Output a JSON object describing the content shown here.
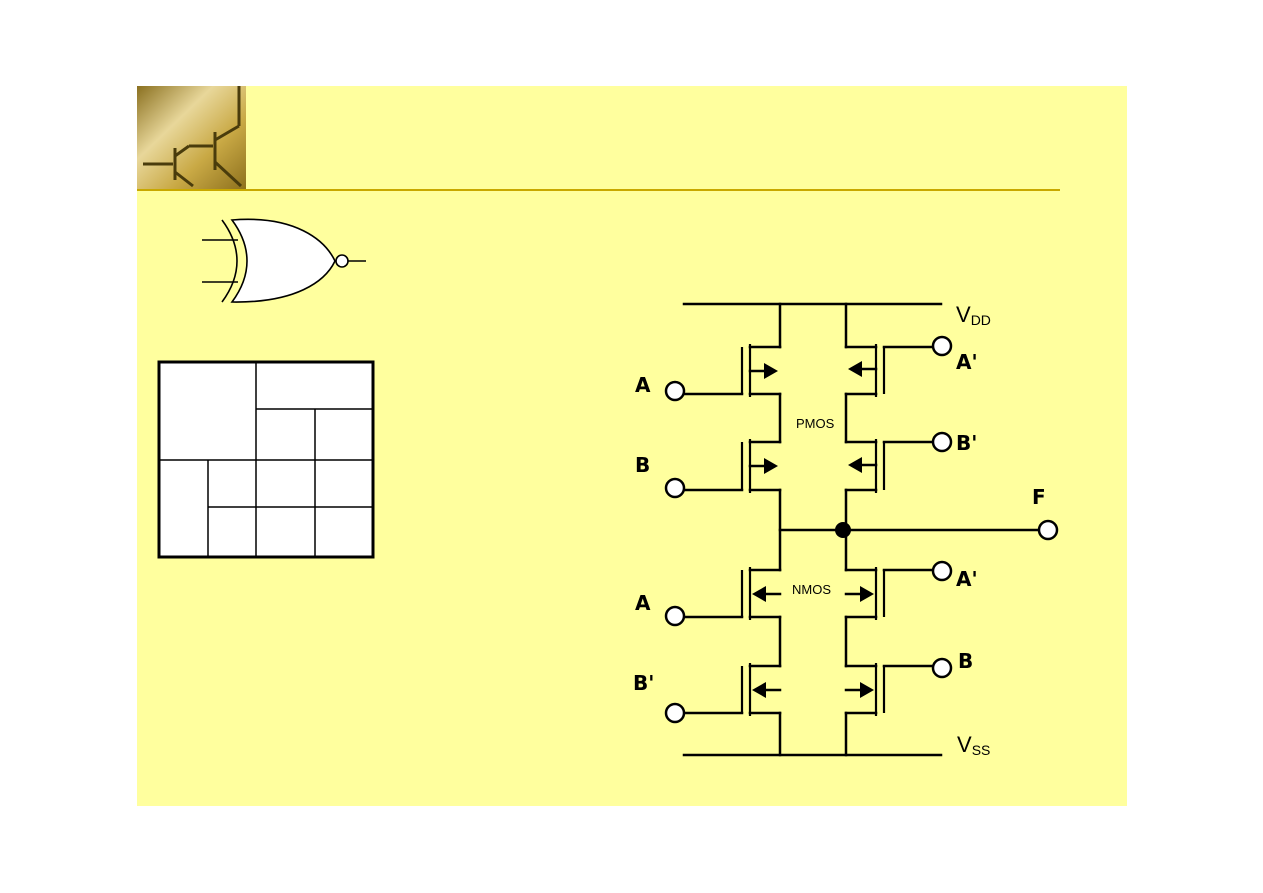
{
  "logo": {
    "icon": "transistor-logo-icon",
    "colors": {
      "gold": "#b8972e",
      "dark": "#5a4a10"
    }
  },
  "colors": {
    "slide_bg": "#ffff9e",
    "rule": "#c8a800",
    "ink": "#000000"
  },
  "gate_symbol": {
    "icon": "xnor-gate-icon"
  },
  "kmap": {
    "rows": 3,
    "note": ""
  },
  "circuit": {
    "supply_top": {
      "label": "V",
      "sub": "DD"
    },
    "supply_bottom": {
      "label": "V",
      "sub": "SS"
    },
    "pmos_label": "PMOS",
    "nmos_label": "NMOS",
    "output_label": "F",
    "inputs": {
      "p1_left": "A",
      "p2_left": "B",
      "p1_right": "A'",
      "p2_right": "B'",
      "n1_left": "A",
      "n2_left": "B'",
      "n1_right": "A'",
      "n2_right": "B"
    }
  }
}
